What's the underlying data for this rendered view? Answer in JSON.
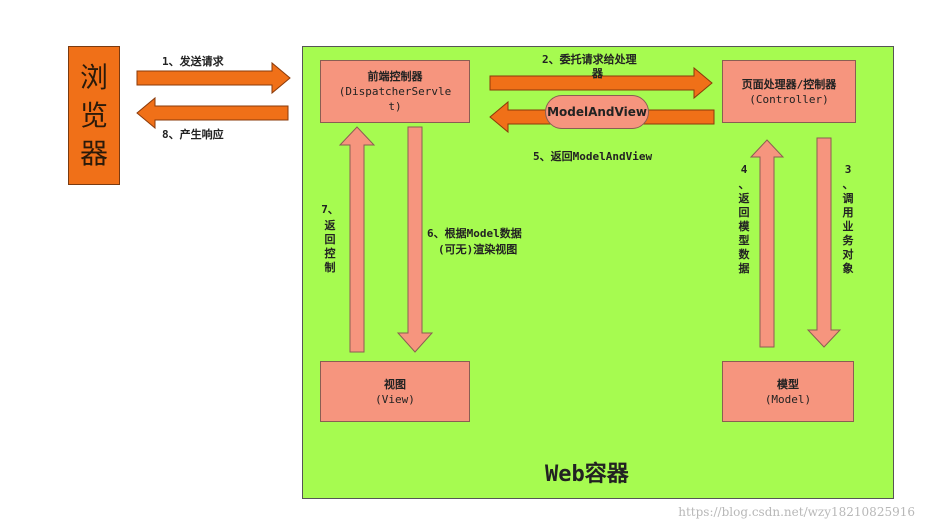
{
  "browser": {
    "chars": [
      "浏",
      "览",
      "器"
    ]
  },
  "container": {
    "title": "Web容器"
  },
  "boxes": {
    "dispatcher": {
      "title": "前端控制器",
      "sub": "(DispatcherServle",
      "sub2": "t)"
    },
    "controller": {
      "title": "页面处理器/控制器",
      "sub": "(Controller)"
    },
    "view": {
      "title": "视图",
      "sub": "(View)"
    },
    "model": {
      "title": "模型",
      "sub": "(Model)"
    }
  },
  "pill": {
    "label": "ModelAndView"
  },
  "steps": {
    "s1": "1、发送请求",
    "s2_line1": "2、委托请求给处理",
    "s2_line2": "器",
    "s3_num": "3",
    "s3_text": "、调用业务对象",
    "s4_num": "4",
    "s4_text": "、返回模型数据",
    "s5": "5、返回ModelAndView",
    "s6_line1": "6、根据Model数据",
    "s6_line2": "(可无)渲染视图",
    "s7_num": "7、",
    "s7_text": "返回控制",
    "s8": "8、产生响应"
  },
  "colors": {
    "container": "#a6fb50",
    "browser": "#f07018",
    "box": "#f6957e",
    "arrow_orange": "#f07018",
    "arrow_salmon": "#f6957e"
  },
  "watermark": "https://blog.csdn.net/wzy18210825916"
}
